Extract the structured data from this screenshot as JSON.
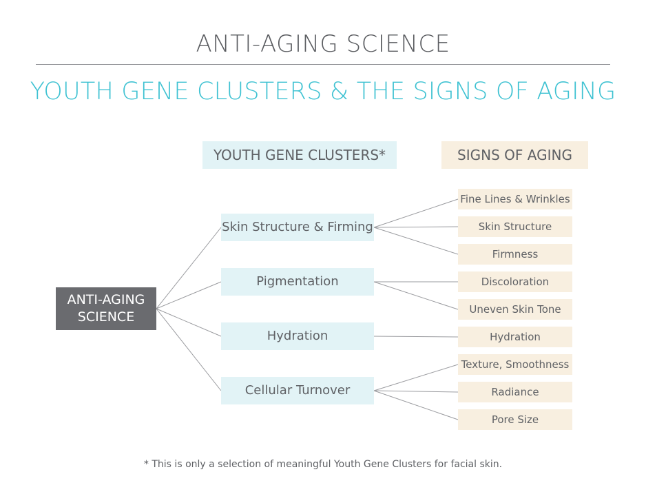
{
  "title": "ANTI-AGING SCIENCE",
  "subtitle": "YOUTH GENE CLUSTERS & THE SIGNS OF AGING",
  "headers": {
    "clusters": "YOUTH GENE CLUSTERS*",
    "signs": "SIGNS OF AGING"
  },
  "root": {
    "line1": "ANTI-AGING",
    "line2": "SCIENCE"
  },
  "clusters": [
    "Skin Structure & Firming",
    "Pigmentation",
    "Hydration",
    "Cellular Turnover"
  ],
  "signs": [
    "Fine Lines & Wrinkles",
    "Skin Structure",
    "Firmness",
    "Discoloration",
    "Uneven Skin Tone",
    "Hydration",
    "Texture, Smoothness",
    "Radiance",
    "Pore Size"
  ],
  "footnote": "* This is only a selection of meaningful Youth Gene Clusters for facial skin.",
  "colors": {
    "title": "#5a5c60",
    "subtitle": "#3fc2d2",
    "cluster_fill": "#e2f3f6",
    "sign_fill": "#f8efe0",
    "root_fill": "#6a6b6f",
    "connector": "#9a9b9f"
  }
}
